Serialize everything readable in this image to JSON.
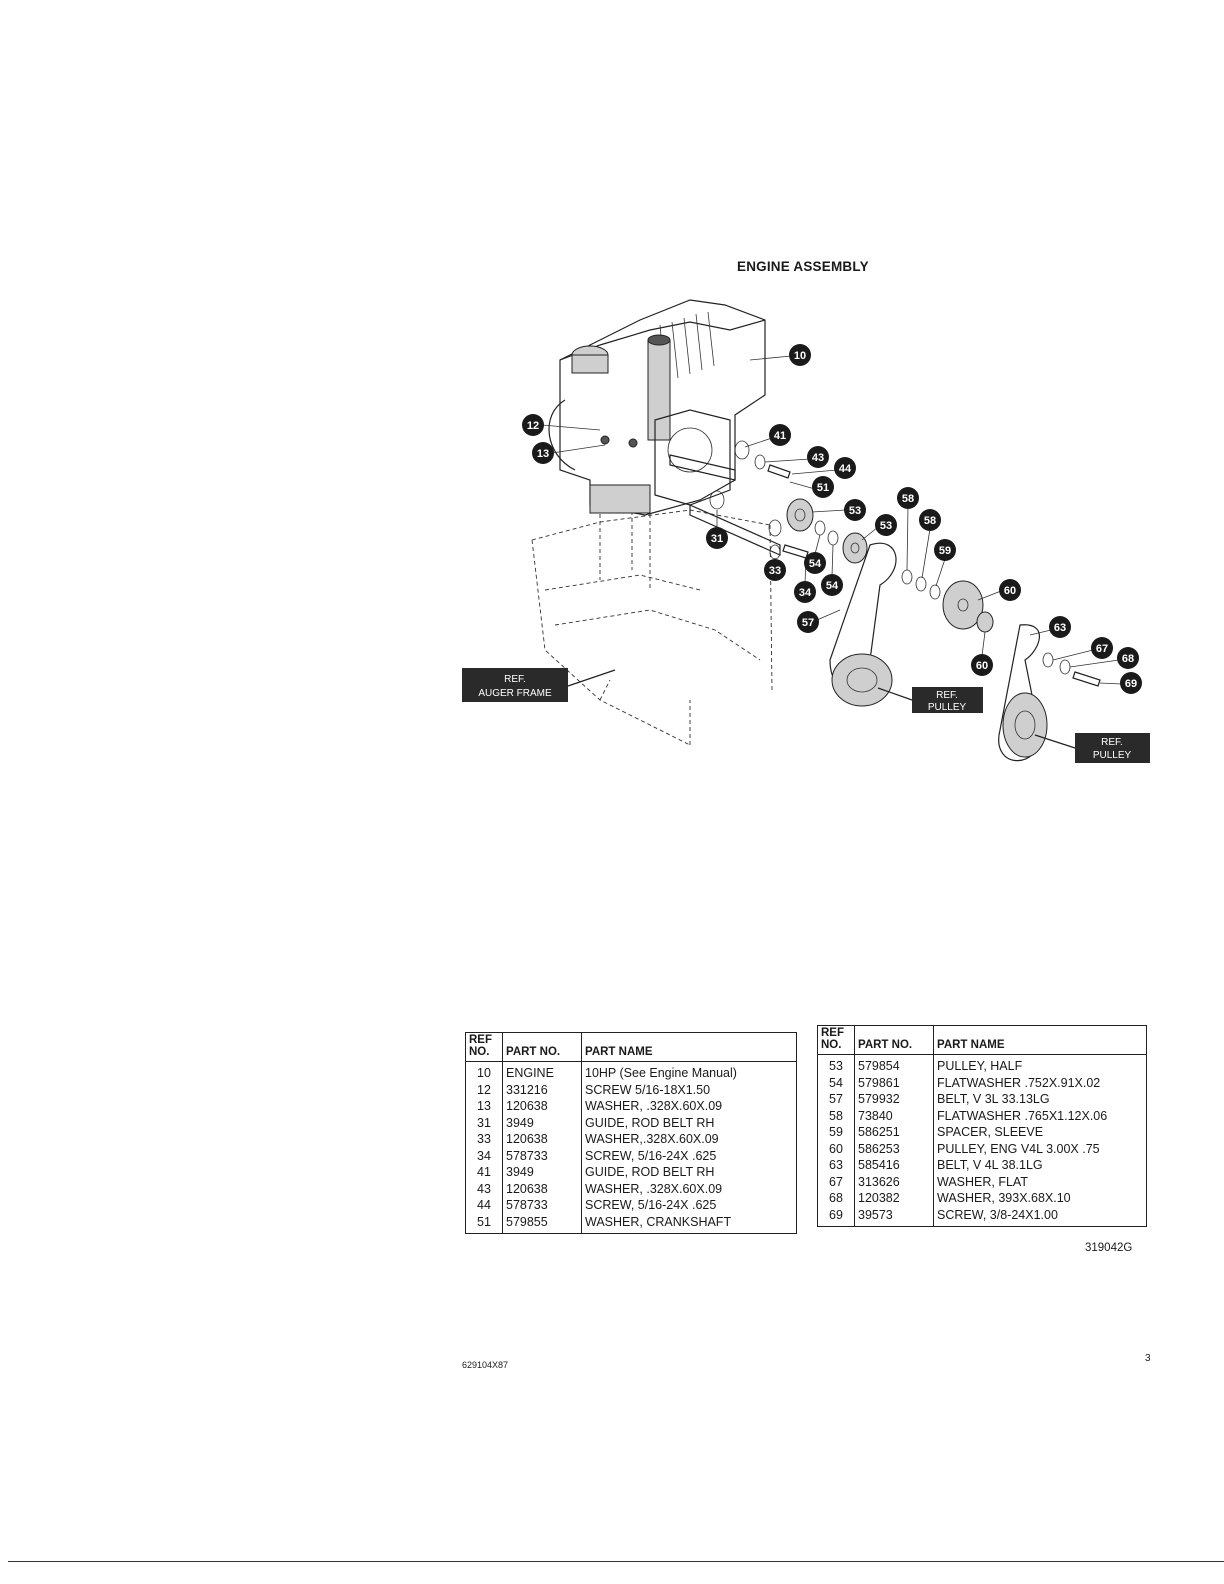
{
  "title": "ENGINE ASSEMBLY",
  "callouts": [
    "10",
    "12",
    "13",
    "41",
    "43",
    "44",
    "51",
    "31",
    "53",
    "53",
    "58",
    "58",
    "59",
    "60",
    "60",
    "33",
    "54",
    "54",
    "34",
    "57",
    "63",
    "67",
    "68",
    "69"
  ],
  "ref_tags": {
    "auger_frame": [
      "REF.",
      "AUGER FRAME"
    ],
    "pulley_1": [
      "REF.",
      "PULLEY"
    ],
    "pulley_2": [
      "REF.",
      "PULLEY"
    ]
  },
  "table_headers": {
    "ref_line1": "REF",
    "ref_line2": "NO.",
    "part_no": "PART NO.",
    "part_name": "PART NAME"
  },
  "table_left": [
    [
      "10",
      "ENGINE",
      "10HP (See Engine Manual)"
    ],
    [
      "12",
      "331216",
      "SCREW 5/16-18X1.50"
    ],
    [
      "13",
      "120638",
      "WASHER, .328X.60X.09"
    ],
    [
      "31",
      "3949",
      "GUIDE, ROD BELT RH"
    ],
    [
      "33",
      "120638",
      "WASHER,.328X.60X.09"
    ],
    [
      "34",
      "578733",
      "SCREW, 5/16-24X .625"
    ],
    [
      "41",
      "3949",
      "GUIDE, ROD BELT RH"
    ],
    [
      "43",
      "120638",
      "WASHER, .328X.60X.09"
    ],
    [
      "44",
      "578733",
      "SCREW, 5/16-24X .625"
    ],
    [
      "51",
      "579855",
      "WASHER, CRANKSHAFT"
    ]
  ],
  "table_right": [
    [
      "53",
      "579854",
      "PULLEY, HALF"
    ],
    [
      "54",
      "579861",
      "FLATWASHER .752X.91X.02"
    ],
    [
      "57",
      "579932",
      "BELT, V 3L 33.13LG"
    ],
    [
      "58",
      "73840",
      "FLATWASHER .765X1.12X.06"
    ],
    [
      "59",
      "586251",
      "SPACER, SLEEVE"
    ],
    [
      "60",
      "586253",
      "PULLEY, ENG V4L 3.00X .75"
    ],
    [
      "63",
      "585416",
      "BELT, V 4L 38.1LG"
    ],
    [
      "67",
      "313626",
      "WASHER, FLAT"
    ],
    [
      "68",
      "120382",
      "WASHER, 393X.68X.10"
    ],
    [
      "69",
      "39573",
      "SCREW, 3/8-24X1.00"
    ]
  ],
  "doc_code": "319042G",
  "model_no": "629104X87",
  "page_number": "3"
}
